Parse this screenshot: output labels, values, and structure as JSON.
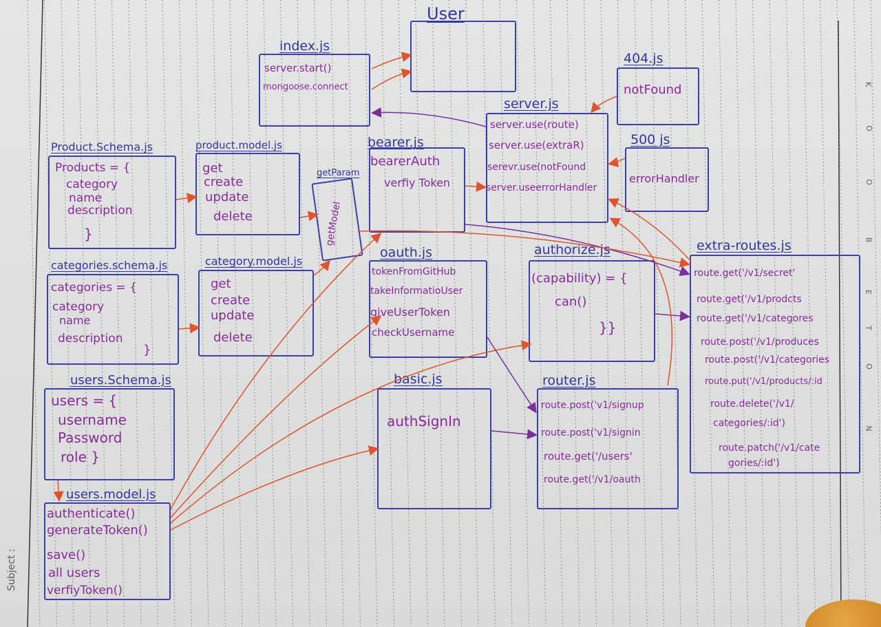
{
  "margin_label": "Subject :",
  "notebook_letters": [
    "K",
    "O",
    "O",
    "B",
    "E",
    "T",
    "O",
    "N"
  ],
  "boxes": {
    "user": {
      "title": "User",
      "lines": []
    },
    "index": {
      "title": "index.js",
      "lines": [
        "server.start()",
        "mongoose.connect"
      ]
    },
    "f404": {
      "title": "404.js",
      "lines": [
        "notFound"
      ]
    },
    "server": {
      "title": "server.js",
      "lines": [
        "server.use(route)",
        "server.use(extraR)",
        "serevr.use(notFound",
        "server.useerrorHandler"
      ]
    },
    "f500": {
      "title": "500 js",
      "lines": [
        "errorHandler"
      ]
    },
    "productSchema": {
      "title": "Product.Schema.js",
      "lines": [
        "Products = {",
        "category",
        "name",
        "description",
        "}"
      ]
    },
    "productModel": {
      "title": "product.model.js",
      "lines": [
        "get",
        "create",
        "update",
        "delete"
      ]
    },
    "getParam": {
      "title": "getParam",
      "lines": [
        "getModel"
      ]
    },
    "bearer": {
      "title": "bearer.js",
      "lines": [
        "bearerAuth",
        "verfiy Token"
      ]
    },
    "categoriesSchema": {
      "title": "categories.schema.js",
      "lines": [
        "categories = {",
        "category",
        "name",
        "description",
        "}"
      ]
    },
    "categoryModel": {
      "title": "category.model.js",
      "lines": [
        "get",
        "create",
        "update",
        "delete"
      ]
    },
    "oauth": {
      "title": "oauth.js",
      "lines": [
        "tokenFromGitHub",
        "takeInformatioUser",
        "giveUserToken",
        "checkUsername"
      ]
    },
    "authorize": {
      "title": "authorize.js",
      "lines": [
        "(capability) = {",
        "can()",
        "}}"
      ]
    },
    "extraRoutes": {
      "title": "extra-routes.js",
      "lines": [
        "route.get('/v1/secret'",
        "route.get('/v1/prodcts",
        "route.get('/v1/categores",
        "route.post('/v1/produces",
        "route.post('/v1/categories",
        "route.put('/v1/products/:id",
        "route.delete('/v1/",
        "categories/:id')",
        "route.patch('/v1/cate",
        "gories/:id')"
      ]
    },
    "usersSchema": {
      "title": "users.Schema.js",
      "lines": [
        "users = {",
        "username",
        "Password",
        "role }"
      ]
    },
    "basic": {
      "title": "basic.js",
      "lines": [
        "authSignIn"
      ]
    },
    "router": {
      "title": "router.js",
      "lines": [
        "route.post('v1/signup",
        "route.post('v1/signin",
        "route.get('/users'",
        "route.get('/v1/oauth"
      ]
    },
    "usersModel": {
      "title": "users.model.js",
      "lines": [
        "authenticate()",
        "generateToken()",
        "save()",
        "all users",
        "verfiyToken()"
      ]
    }
  },
  "colors": {
    "ink_blue": "#3d3fa8",
    "ink_purple": "#8a2a9a",
    "ink_red": "#e0532c",
    "paper": "#e2e4e3",
    "rule": "#555555"
  }
}
